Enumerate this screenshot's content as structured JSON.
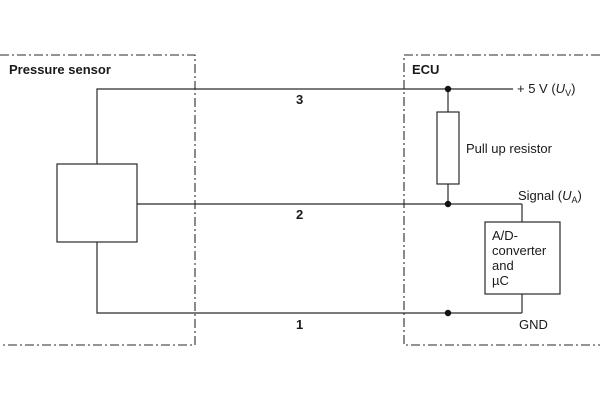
{
  "diagram": {
    "sensor_label": "Pressure sensor",
    "ecu_label": "ECU",
    "pin_3": "3",
    "pin_2": "2",
    "pin_1": "1",
    "supply_prefix": "+ 5 V (",
    "supply_var": "U",
    "supply_sub": "V",
    "supply_suffix": ")",
    "resistor_label": "Pull up resistor",
    "signal_prefix": "Signal (",
    "signal_var": "U",
    "signal_sub": "A",
    "signal_suffix": ")",
    "adc_lines": [
      "A/D-",
      "converter",
      "and",
      "µC"
    ],
    "gnd_label": "GND"
  }
}
